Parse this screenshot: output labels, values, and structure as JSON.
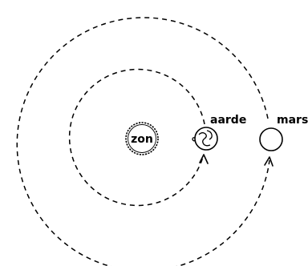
{
  "diagram": {
    "sun_label": "zon",
    "earth_label": "aarde",
    "mars_label": "mars"
  }
}
